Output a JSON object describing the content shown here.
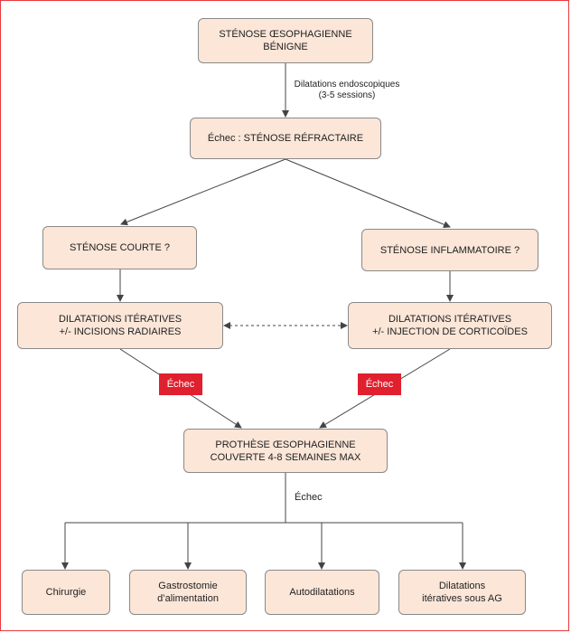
{
  "diagram": {
    "colors": {
      "box_fill": "#fbe6d8",
      "box_border": "#8a8a8a",
      "fail_tag": "#e0202e",
      "frame": "#e8383d",
      "line": "#444444"
    },
    "nodes": {
      "benign": {
        "line1": "STÉNOSE ŒSOPHAGIENNE",
        "line2": "BÉNIGNE"
      },
      "refractory": {
        "text": "Échec : STÉNOSE RÉFRACTAIRE"
      },
      "short": {
        "text": "STÉNOSE COURTE ?"
      },
      "inflammatory": {
        "text": "STÉNOSE INFLAMMATOIRE ?"
      },
      "dil_incisions": {
        "line1": "DILATATIONS ITÉRATIVES",
        "line2": "+/- INCISIONS RADIAIRES"
      },
      "dil_cortico": {
        "line1": "DILATATIONS ITÉRATIVES",
        "line2": "+/- INJECTION DE CORTICOÏDES"
      },
      "prosthesis": {
        "line1": "PROTHÈSE ŒSOPHAGIENNE",
        "line2": "COUVERTE 4-8 SEMAINES MAX"
      },
      "surgery": {
        "text": "Chirurgie"
      },
      "gastrostomy": {
        "line1": "Gastrostomie",
        "line2": "d’alimentation"
      },
      "autodilation": {
        "text": "Autodilatations"
      },
      "dil_ag": {
        "line1": "Dilatations",
        "line2": "itératives sous AG"
      }
    },
    "labels": {
      "endoscopic": {
        "line1": "Dilatations endoscopiques",
        "line2": "(3-5 sessions)"
      },
      "fail_left": "Échec",
      "fail_right": "Échec",
      "fail_bottom": "Échec"
    }
  }
}
